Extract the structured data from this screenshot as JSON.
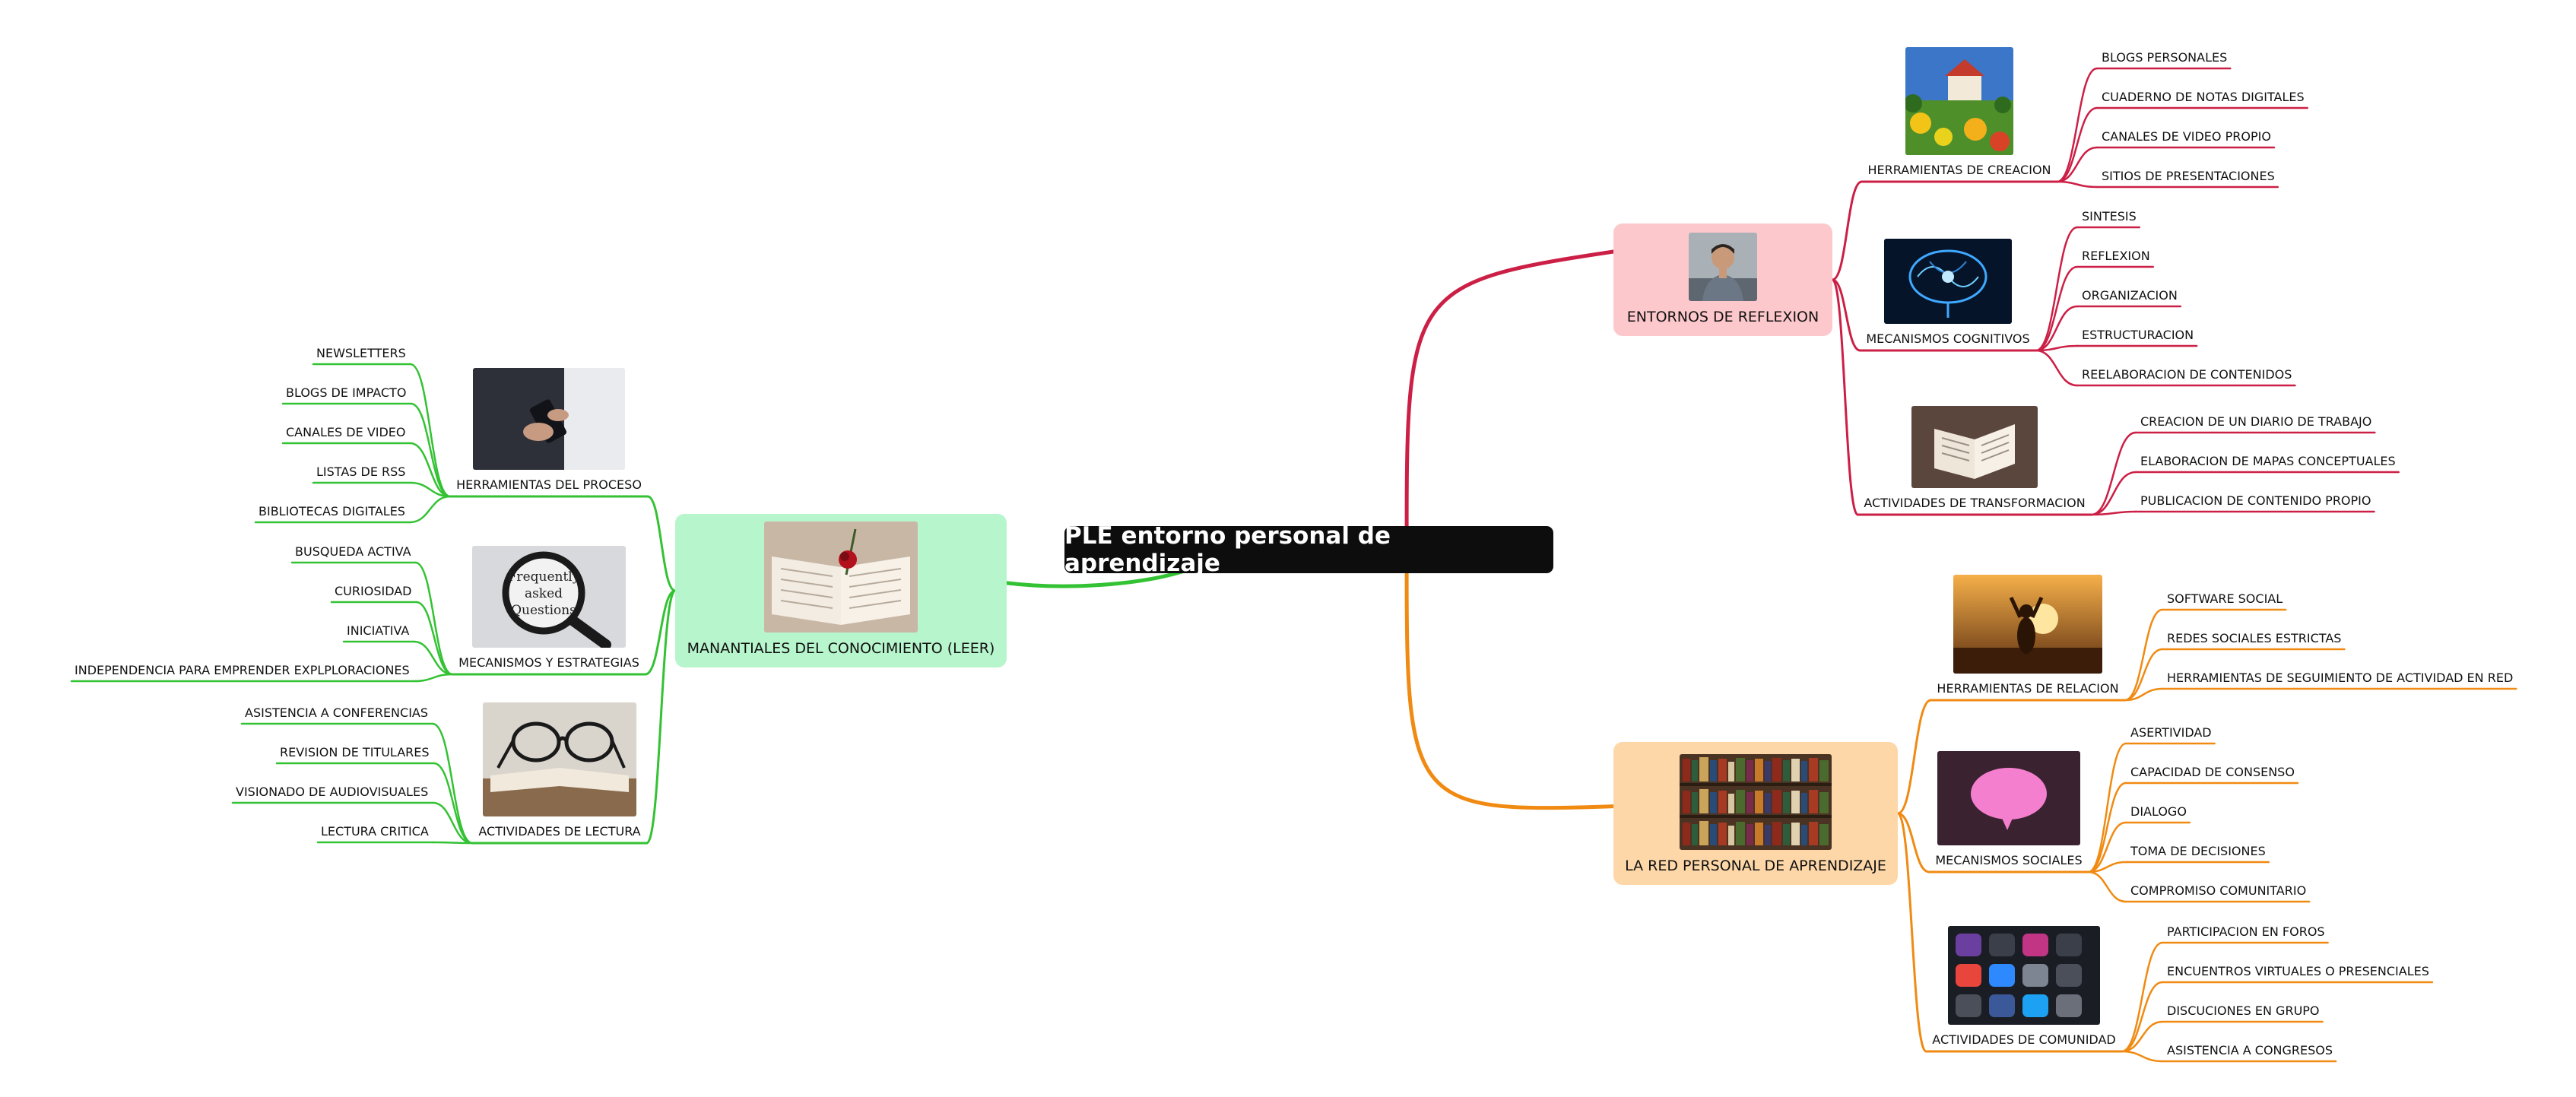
{
  "central": {
    "title": "PLE entorno personal de aprendizaje"
  },
  "colors": {
    "red": "#cc1f45",
    "orange": "#f08a12",
    "green": "#33c233",
    "red_fill": "#fdc8cc",
    "orange_fill": "#fdd7a8",
    "green_fill": "#b7f5cc"
  },
  "branches": {
    "reflexion": {
      "label": "ENTORNOS DE REFLEXION",
      "icon": "thinking-man-photo",
      "subs": [
        {
          "label": "HERRAMIENTAS DE CREACION",
          "icon": "landscape-painting-photo",
          "leaves": [
            "BLOGS PERSONALES",
            "CUADERNO DE NOTAS DIGITALES",
            "CANALES DE VIDEO PROPIO",
            "SITIOS DE PRESENTACIONES"
          ]
        },
        {
          "label": "MECANISMOS COGNITIVOS",
          "icon": "glowing-brain-photo",
          "leaves": [
            "SINTESIS",
            "REFLEXION",
            "ORGANIZACION",
            "ESTRUCTURACION",
            "REELABORACION DE CONTENIDOS"
          ]
        },
        {
          "label": "ACTIVIDADES DE TRANSFORMACION",
          "icon": "open-book-photo",
          "leaves": [
            "CREACION DE UN DIARIO DE TRABAJO",
            "ELABORACION DE MAPAS CONCEPTUALES",
            "PUBLICACION DE CONTENIDO PROPIO"
          ]
        }
      ]
    },
    "red": {
      "label": "LA RED PERSONAL DE APRENDIZAJE",
      "icon": "library-shelves-photo",
      "subs": [
        {
          "label": "HERRAMIENTAS DE RELACION",
          "icon": "sunset-person-photo",
          "leaves": [
            "SOFTWARE SOCIAL",
            "REDES SOCIALES ESTRICTAS",
            "HERRAMIENTAS DE SEGUIMIENTO DE ACTIVIDAD EN RED"
          ]
        },
        {
          "label": "MECANISMOS SOCIALES",
          "icon": "speech-bubble-photo",
          "leaves": [
            "ASERTIVIDAD",
            "CAPACIDAD DE CONSENSO",
            "DIALOGO",
            "TOMA DE DECISIONES",
            "COMPROMISO COMUNITARIO"
          ]
        },
        {
          "label": "ACTIVIDADES DE COMUNIDAD",
          "icon": "social-apps-photo",
          "leaves": [
            "PARTICIPACION EN FOROS",
            "ENCUENTROS VIRTUALES O PRESENCIALES",
            "DISCUCIONES EN GRUPO",
            "ASISTENCIA A CONGRESOS"
          ]
        }
      ]
    },
    "leer": {
      "label": "MANANTIALES DEL CONOCIMIENTO (LEER)",
      "icon": "book-and-rose-photo",
      "subs": [
        {
          "label": "HERRAMIENTAS DEL PROCESO",
          "icon": "smartphone-hands-photo",
          "leaves": [
            "NEWSLETTERS",
            "BLOGS DE IMPACTO",
            "CANALES DE VIDEO",
            "LISTAS DE RSS",
            "BIBLIOTECAS DIGITALES"
          ]
        },
        {
          "label": "MECANISMOS Y ESTRATEGIAS",
          "icon": "magnifier-faq-photo",
          "pic_text": [
            "Frequently",
            "asked",
            "Questions"
          ],
          "leaves": [
            "BUSQUEDA ACTIVA",
            "CURIOSIDAD",
            "INICIATIVA",
            "INDEPENDENCIA PARA EMPRENDER EXPLPLORACIONES"
          ]
        },
        {
          "label": "ACTIVIDADES DE LECTURA",
          "icon": "glasses-on-book-photo",
          "leaves": [
            "ASISTENCIA A CONFERENCIAS",
            "REVISION DE TITULARES",
            "VISIONADO DE AUDIOVISUALES",
            "LECTURA CRITICA"
          ]
        }
      ]
    }
  }
}
